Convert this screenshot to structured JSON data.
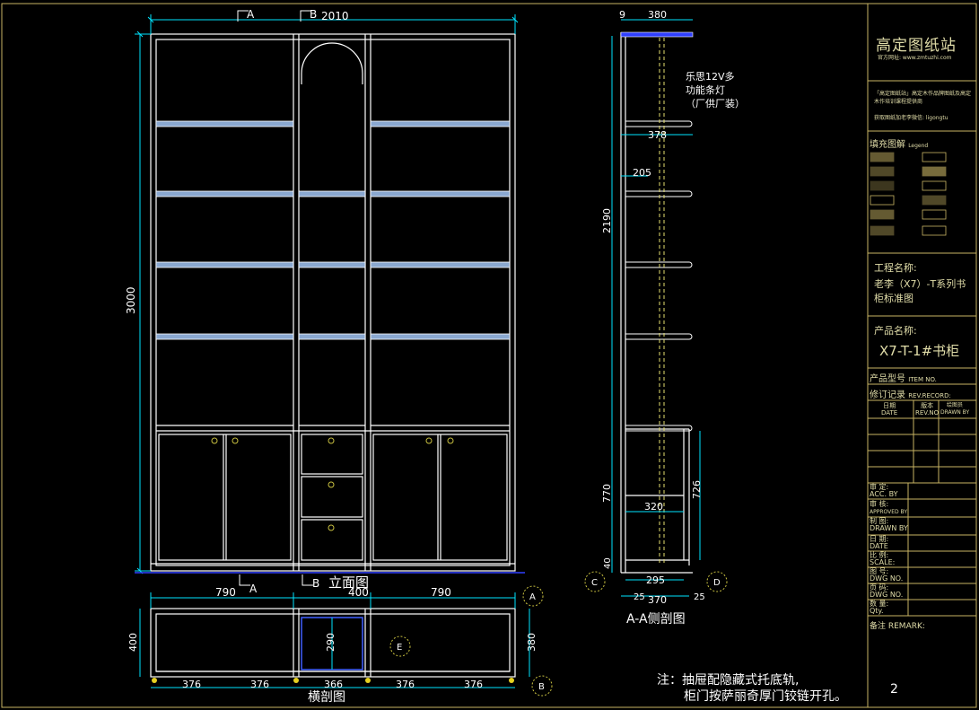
{
  "front_view": {
    "width_dim": "2010",
    "height_dim": "3000",
    "title": "立面图",
    "section_a": "A",
    "section_b": "B"
  },
  "side_view": {
    "top_depth": "380",
    "top_offset": "9",
    "shelf_depth": "378",
    "shelf_top": "205",
    "upper_height": "2190",
    "lower_height": "770",
    "inner_height": "726",
    "inner_depth": "320",
    "base_height": "40",
    "base_depth": "295",
    "total_depth": "370",
    "left_offset": "25",
    "right_offset": "25",
    "light_note": "乐思12V多功能条灯（厂供厂装）",
    "title": "A-A侧剖图",
    "callout_c": "C",
    "callout_d": "D"
  },
  "plan_view": {
    "dim_left": "790",
    "dim_mid": "400",
    "dim_right": "790",
    "depth_left": "400",
    "depth_right": "380",
    "drawer_depth": "290",
    "sub_dims": [
      "376",
      "376",
      "366",
      "376",
      "376"
    ],
    "title": "横剖图",
    "callout_a": "A",
    "callout_b": "B",
    "callout_e": "E"
  },
  "notes": {
    "line1": "注：抽屉配隐藏式托底轨,",
    "line2": "柜门按萨丽奇厚门铰链开孔。"
  },
  "title_block": {
    "brand": "高定图纸站",
    "website": "官方网址: www.zmtuzhi.com",
    "intro": "「高定图纸站」高定木作品牌图纸及高定木作培训课程提供商",
    "wechat": "获取图纸加老李微信: ligongtu",
    "legend_label": "填充图解",
    "legend_en": "Legend",
    "project_label": "工程名称:",
    "project_name": "老李（X7）-T系列书柜标准图",
    "product_label": "产品名称:",
    "product_name": "X7-T-1#书柜",
    "item_label": "产品型号",
    "item_en": "ITEM NO.",
    "rev_label": "修订记录",
    "rev_en": "REV.RECORD:",
    "col_date": "日期",
    "col_date_en": "DATE",
    "col_rev": "版本",
    "col_rev_en": "REV.NO",
    "col_drawn": "绘图员",
    "col_drawn_en": "DRAWN BY",
    "acc": "审  定:",
    "acc_en": "ACC. BY",
    "appr": "审  核:",
    "appr_en": "APPROVED BY",
    "drawn": "制  图:",
    "drawn_en": "DRAWN BY",
    "date": "日  期:",
    "date_en": "DATE",
    "scale": "比  例:",
    "scale_en": "SCALE:",
    "dwg": "图  号:",
    "dwg_en": "DWG NO.",
    "page": "页  码:",
    "page_en": "DWG NO.",
    "qty": "数  量:",
    "qty_en": "Qty.",
    "remark": "备注 REMARK:",
    "page_number": "2"
  },
  "colors": {
    "background": "#000000",
    "outline": "#ffffff",
    "shelf": "#8aa8d0",
    "dimension": "#00e5ff",
    "title_block": "#c8b464",
    "annotation": "#ffffff",
    "hidden_line": "#e6e070",
    "section_mark": "#3040ff"
  }
}
